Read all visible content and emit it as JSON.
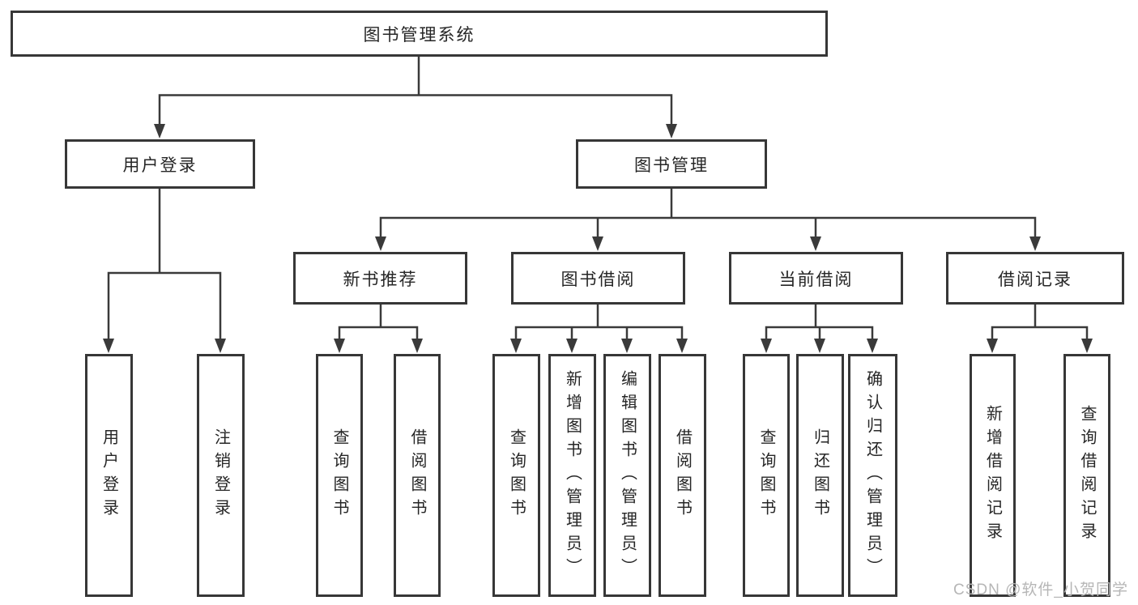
{
  "diagram": {
    "root": {
      "label": "图书管理系统"
    },
    "user_login": {
      "label": "用户登录",
      "children": [
        {
          "label": "用户登录"
        },
        {
          "label": "注销登录"
        }
      ]
    },
    "book_mgmt": {
      "label": "图书管理",
      "children": [
        {
          "label": "新书推荐",
          "children": [
            {
              "label": "查询图书"
            },
            {
              "label": "借阅图书"
            }
          ]
        },
        {
          "label": "图书借阅",
          "children": [
            {
              "label": "查询图书"
            },
            {
              "label": "新增图书（管理员）"
            },
            {
              "label": "编辑图书（管理员）"
            },
            {
              "label": "借阅图书"
            }
          ]
        },
        {
          "label": "当前借阅",
          "children": [
            {
              "label": "查询图书"
            },
            {
              "label": "归还图书"
            },
            {
              "label": "确认归还（管理员）"
            }
          ]
        },
        {
          "label": "借阅记录",
          "children": [
            {
              "label": "新增借阅记录"
            },
            {
              "label": "查询借阅记录"
            }
          ]
        }
      ]
    }
  },
  "watermark": "CSDN @软件_小贺同学",
  "colors": {
    "line": "#3a3a3a",
    "border": "#373737",
    "text": "#262626",
    "watermark": "#b6b6b6",
    "background": "#ffffff"
  }
}
